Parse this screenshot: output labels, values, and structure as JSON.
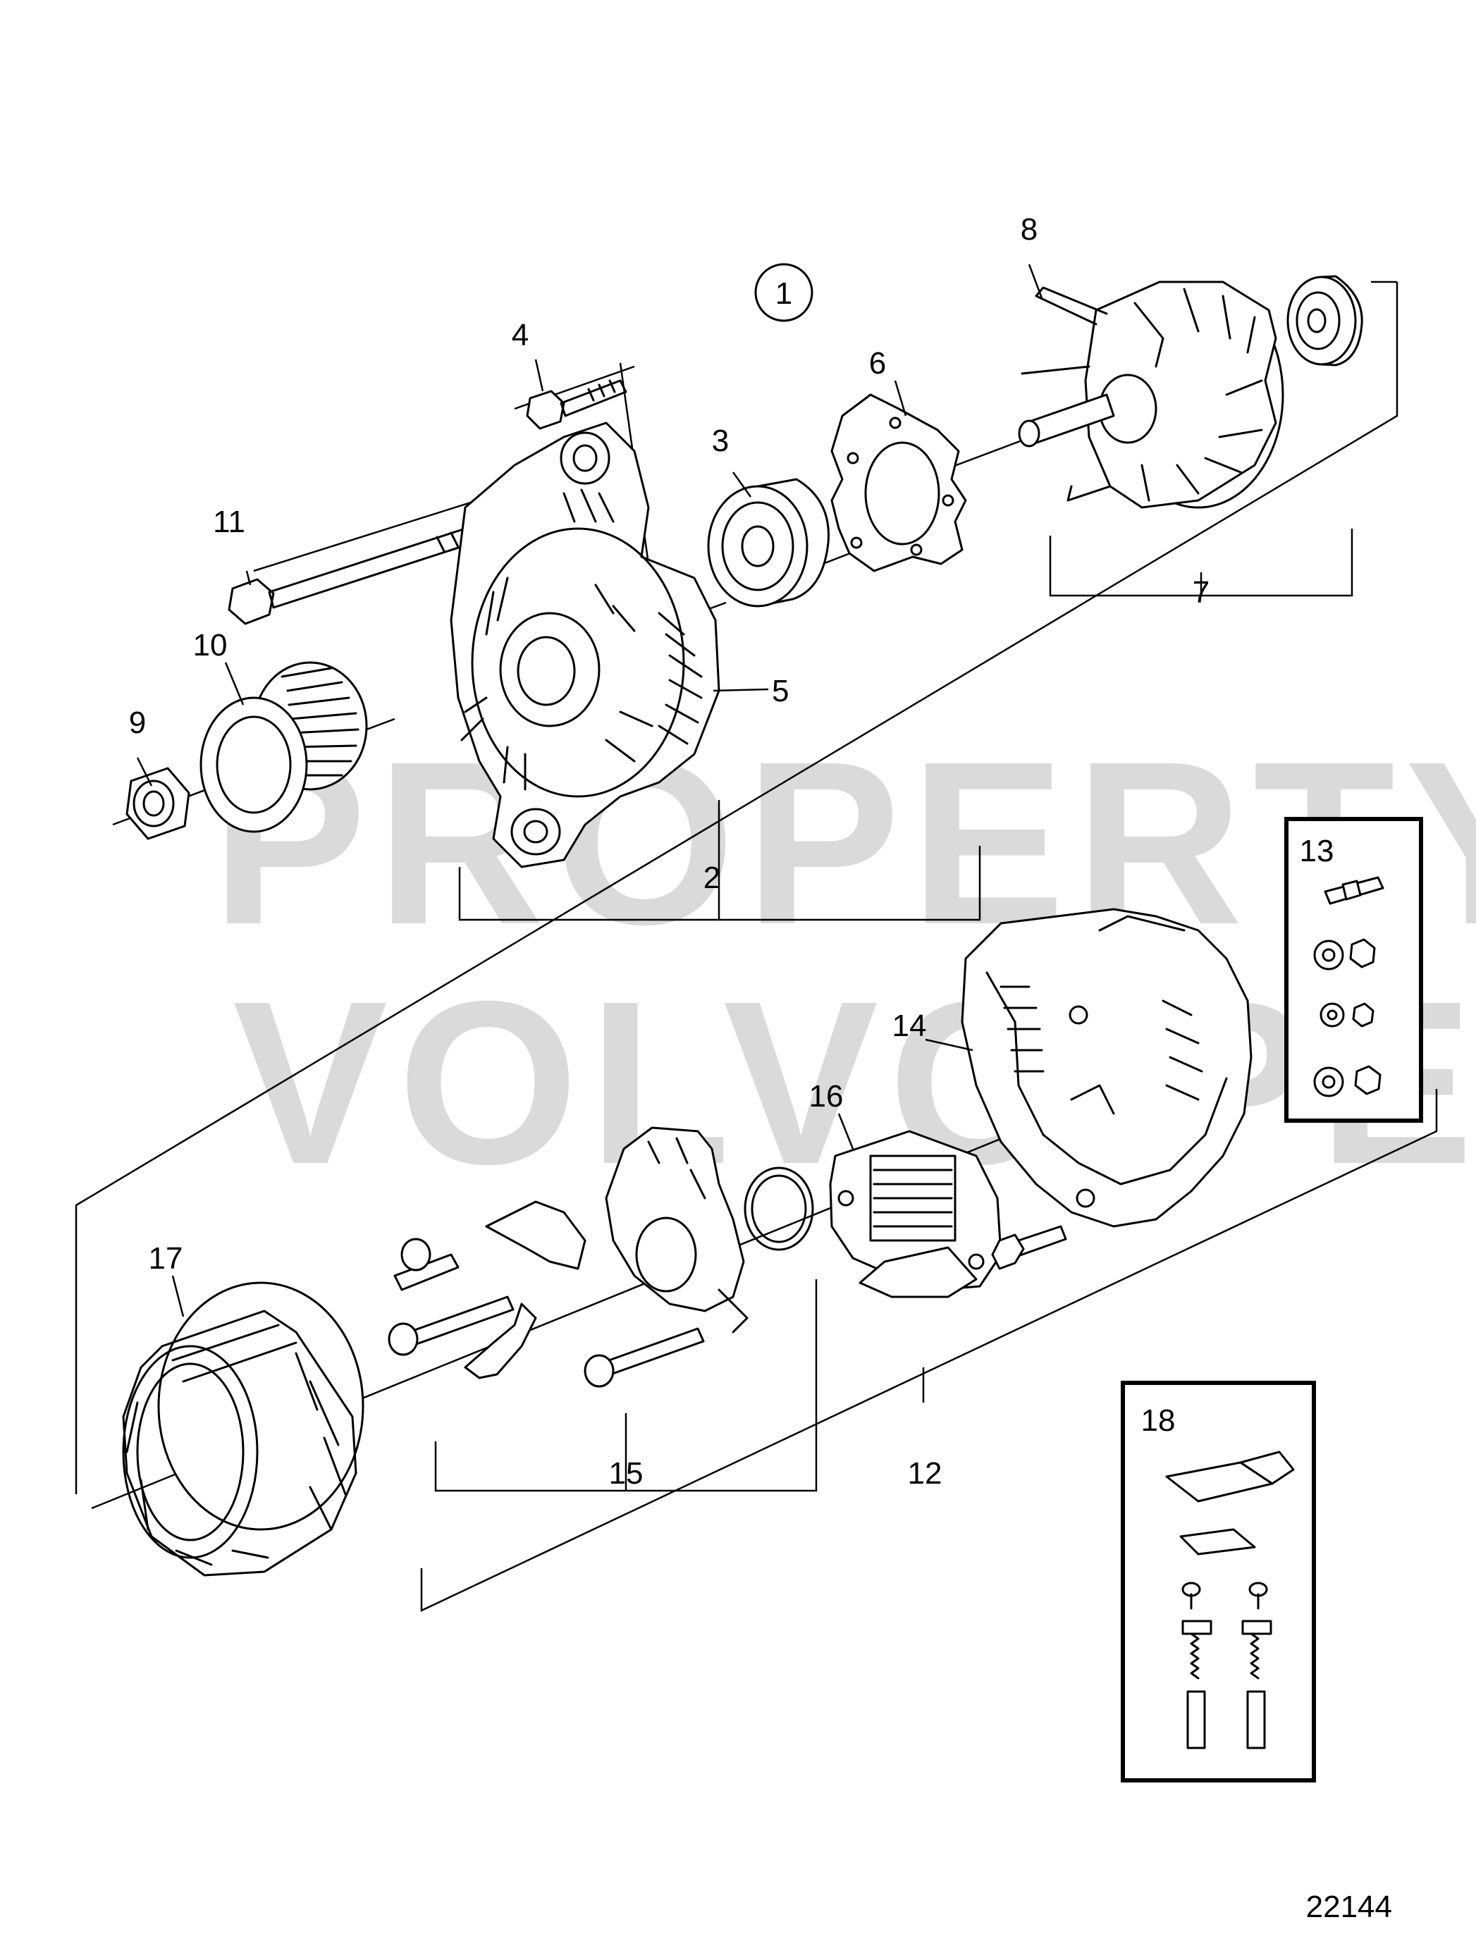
{
  "figure": {
    "drawing_number": "22144",
    "group_marker": "1",
    "watermark_lines": [
      "PROPERTY OF",
      "VOLVO PENTA"
    ]
  },
  "callouts": [
    {
      "id": "2",
      "label": "2"
    },
    {
      "id": "3",
      "label": "3"
    },
    {
      "id": "4",
      "label": "4"
    },
    {
      "id": "5",
      "label": "5"
    },
    {
      "id": "6",
      "label": "6"
    },
    {
      "id": "7",
      "label": "7"
    },
    {
      "id": "8",
      "label": "8"
    },
    {
      "id": "9",
      "label": "9"
    },
    {
      "id": "10",
      "label": "10"
    },
    {
      "id": "11",
      "label": "11"
    },
    {
      "id": "12",
      "label": "12"
    },
    {
      "id": "13",
      "label": "13"
    },
    {
      "id": "14",
      "label": "14"
    },
    {
      "id": "15",
      "label": "15"
    },
    {
      "id": "16",
      "label": "16"
    },
    {
      "id": "17",
      "label": "17"
    },
    {
      "id": "18",
      "label": "18"
    }
  ]
}
